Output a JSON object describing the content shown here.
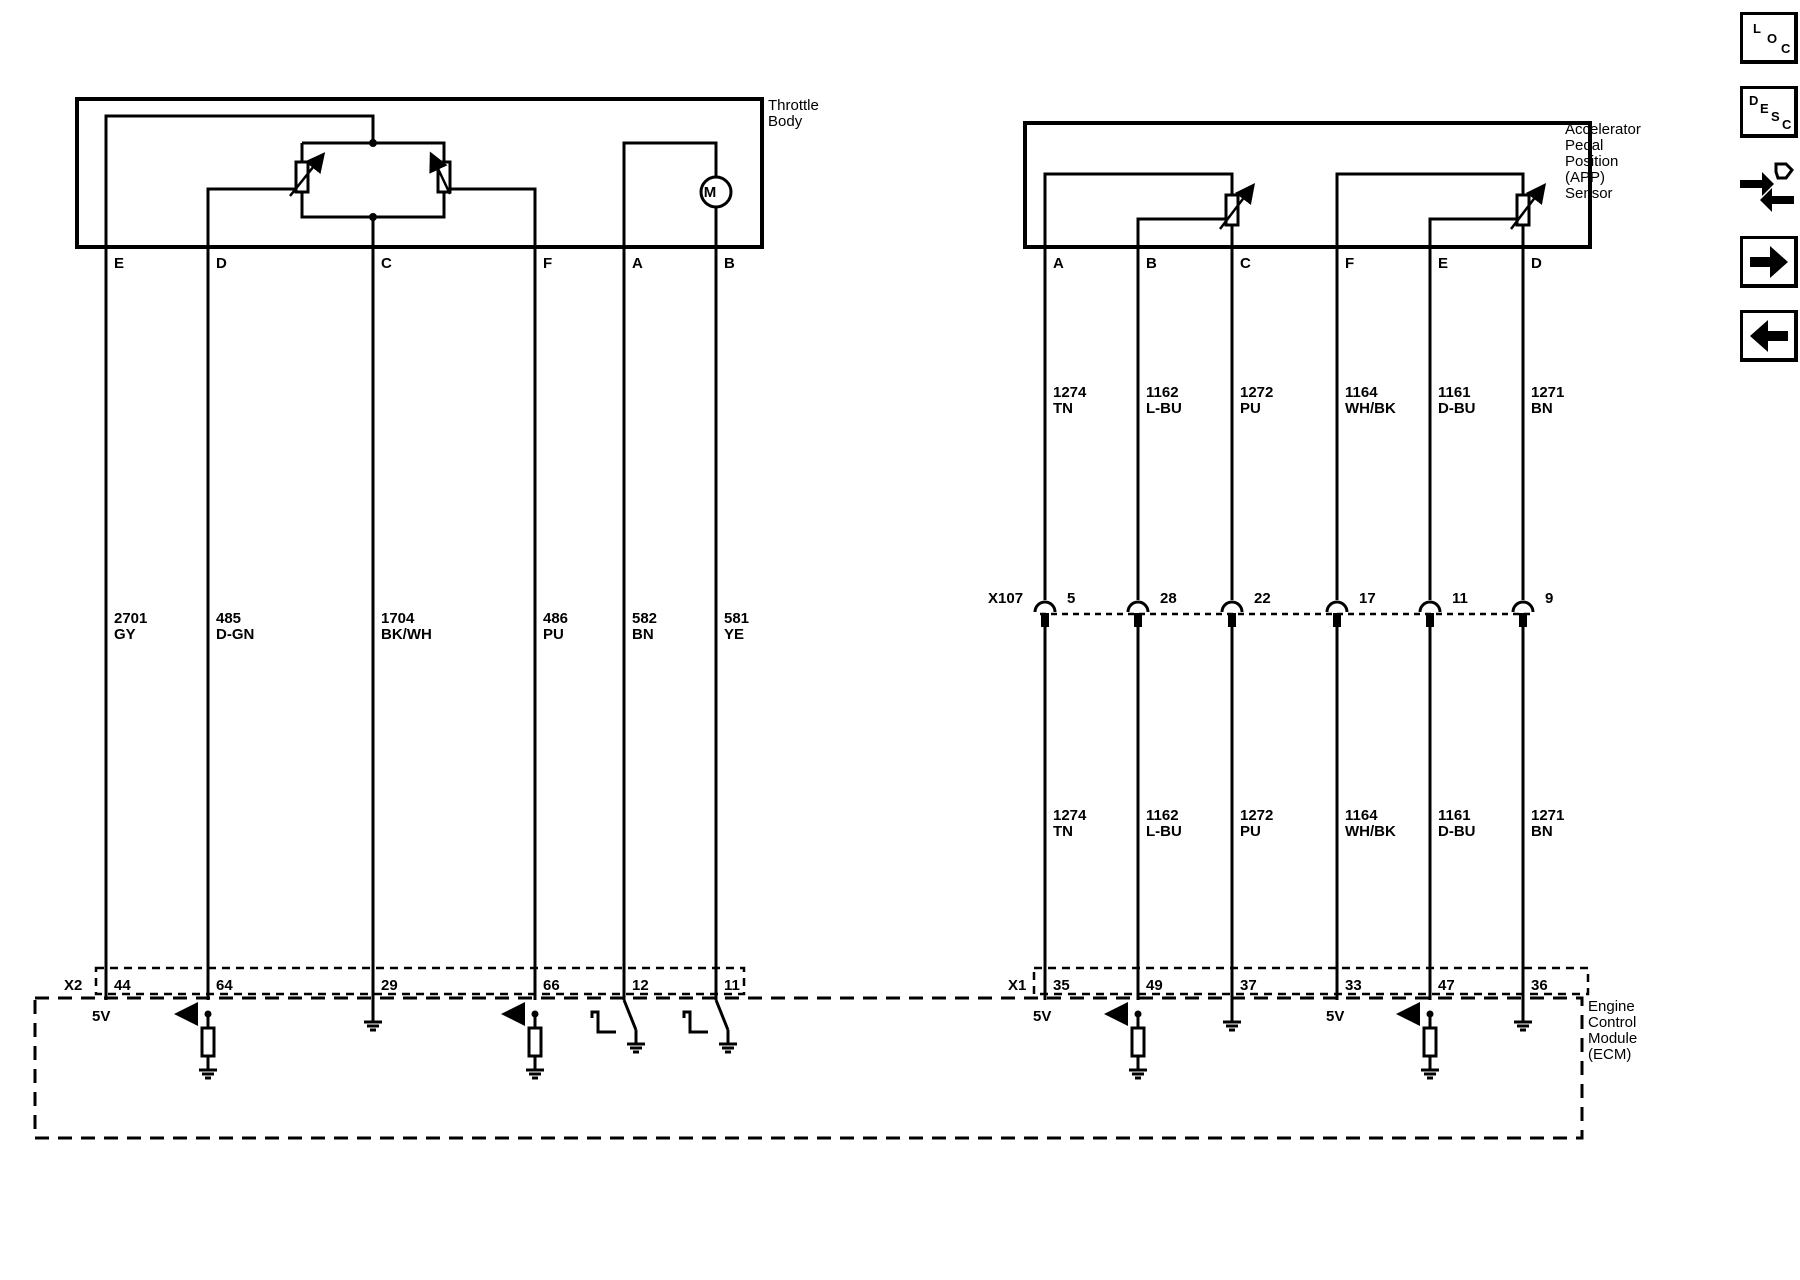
{
  "throttle_body": {
    "title_lines": [
      "Throttle",
      "Body"
    ],
    "pin_letters": [
      "E",
      "D",
      "C",
      "F",
      "A",
      "B"
    ],
    "motor_symbol": "M",
    "wires": [
      {
        "circuit": "2701",
        "color": "GY"
      },
      {
        "circuit": "485",
        "color": "D-GN"
      },
      {
        "circuit": "1704",
        "color": "BK/WH"
      },
      {
        "circuit": "486",
        "color": "PU"
      },
      {
        "circuit": "582",
        "color": "BN"
      },
      {
        "circuit": "581",
        "color": "YE"
      }
    ],
    "ecm_connector": "X2",
    "ecm_pins": [
      "44",
      "64",
      "29",
      "66",
      "12",
      "11"
    ],
    "voltage_label": "5V"
  },
  "app_sensor": {
    "title_lines": [
      "Accelerator",
      "Pedal",
      "Position",
      "(APP)",
      "Sensor"
    ],
    "pin_letters": [
      "A",
      "B",
      "C",
      "F",
      "E",
      "D"
    ],
    "wires": [
      {
        "circuit": "1274",
        "color": "TN"
      },
      {
        "circuit": "1162",
        "color": "L-BU"
      },
      {
        "circuit": "1272",
        "color": "PU"
      },
      {
        "circuit": "1164",
        "color": "WH/BK"
      },
      {
        "circuit": "1161",
        "color": "D-BU"
      },
      {
        "circuit": "1271",
        "color": "BN"
      }
    ],
    "inline_connector": "X107",
    "inline_pins": [
      "5",
      "28",
      "22",
      "17",
      "11",
      "9"
    ],
    "ecm_connector": "X1",
    "ecm_pins": [
      "35",
      "49",
      "37",
      "33",
      "47",
      "36"
    ],
    "voltage_labels": [
      "5V",
      "5V"
    ]
  },
  "ecm": {
    "title_lines": [
      "Engine",
      "Control",
      "Module",
      "(ECM)"
    ]
  },
  "nav": {
    "loc": [
      "L",
      "O",
      "C"
    ],
    "desc": [
      "D",
      "E",
      "S",
      "C"
    ],
    "icons": [
      "connector-swap-icon",
      "arrow-right-icon",
      "arrow-left-icon"
    ]
  }
}
